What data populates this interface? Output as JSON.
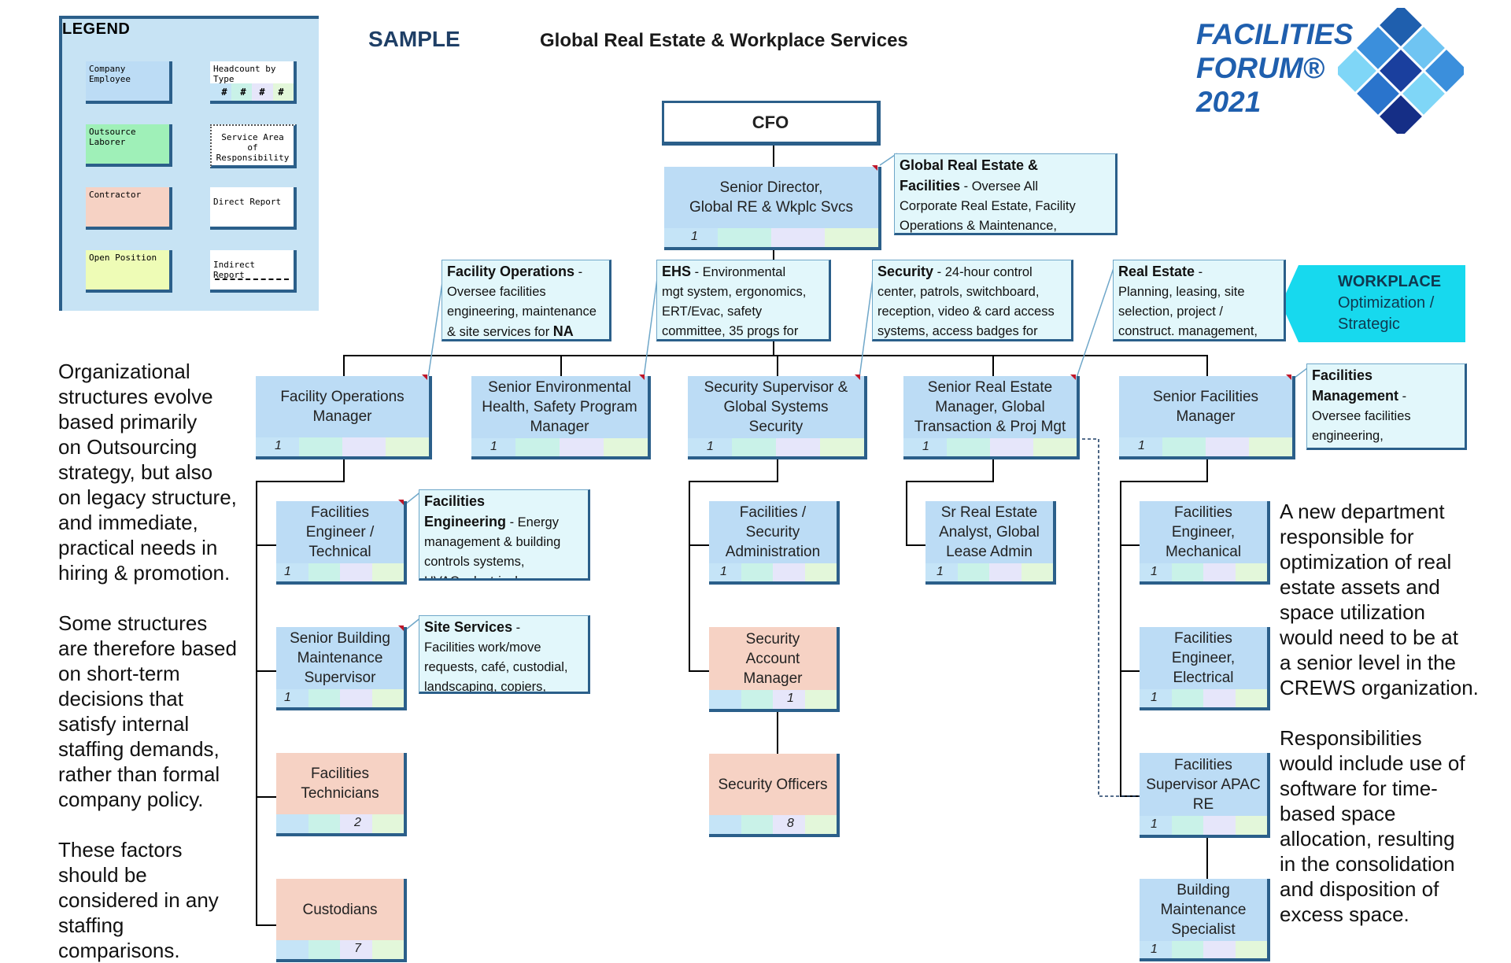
{
  "header": {
    "sample": "SAMPLE",
    "title": "Global Real Estate & Workplace Services"
  },
  "logo": {
    "line1": "FACILITIES",
    "line2": "FORUM®",
    "line3": "2021",
    "color": "#1f5fae"
  },
  "legend": {
    "title": "LEGEND",
    "company_employee": "Company Employee",
    "outsource_laborer": "Outsource Laborer",
    "contractor": "Contractor",
    "open_position": "Open Position",
    "headcount_by_type": "Headcount by Type",
    "headcount_marks": [
      "#",
      "#",
      "#",
      "#"
    ],
    "service_area": "Service Area of Responsibility",
    "direct_report": "Direct Report",
    "indirect_report": "Indirect Report"
  },
  "colors": {
    "company_employee": "#bcdcf5",
    "outsource_laborer": "#9ff0b8",
    "contractor": "#f6d2c4",
    "open_position": "#eefcb6",
    "note_bg": "#e2f7fb",
    "workplace": "#17d9ee"
  },
  "org": {
    "cfo": "CFO",
    "director": {
      "line1": "Senior Director,",
      "line2": "Global RE & Wkplc Svcs",
      "count": "1"
    },
    "fac_ops_mgr": {
      "line1": "Facility Operations",
      "line2": "Manager",
      "count": "1"
    },
    "ehs_mgr": {
      "line1": "Senior Environmental",
      "line2": "Health, Safety Program",
      "line3": "Manager",
      "count": "1"
    },
    "security_sup": {
      "line1": "Security Supervisor &",
      "line2": "Global Systems",
      "line3": "Security",
      "count": "1"
    },
    "re_mgr": {
      "line1": "Senior Real Estate",
      "line2": "Manager, Global",
      "line3": "Transaction & Proj Mgt",
      "count": "1"
    },
    "sfm": {
      "line1": "Senior Facilities",
      "line2": "Manager",
      "count": "1"
    },
    "fac_eng_tech": {
      "line1": "Facilities",
      "line2": "Engineer /",
      "line3": "Technical",
      "count": "1"
    },
    "sr_bldg_maint": {
      "line1": "Senior Building",
      "line2": "Maintenance",
      "line3": "Supervisor",
      "count": "1"
    },
    "fac_techs": {
      "line1": "Facilities",
      "line2": "Technicians",
      "count": "2"
    },
    "custodians": {
      "line1": "Custodians",
      "count": "7"
    },
    "fac_sec_admin": {
      "line1": "Facilities /",
      "line2": "Security",
      "line3": "Administration",
      "count": "1"
    },
    "sec_acct_mgr": {
      "line1": "Security",
      "line2": "Account",
      "line3": "Manager",
      "count": "1"
    },
    "sec_officers": {
      "line1": "Security Officers",
      "count": "8"
    },
    "re_analyst": {
      "line1": "Sr Real Estate",
      "line2": "Analyst, Global",
      "line3": "Lease Admin",
      "count": "1"
    },
    "fe_mech": {
      "line1": "Facilities",
      "line2": "Engineer,",
      "line3": "Mechanical",
      "count": "1"
    },
    "fe_elec": {
      "line1": "Facilities",
      "line2": "Engineer,",
      "line3": "Electrical",
      "count": "1"
    },
    "fs_apac": {
      "line1": "Facilities",
      "line2": "Supervisor APAC",
      "line3": "RE",
      "count": "1"
    },
    "bms": {
      "line1": "Building",
      "line2": "Maintenance",
      "line3": "Specialist",
      "count": "1"
    }
  },
  "notes": {
    "global_re": {
      "head": "Global Real Estate &",
      "head2": "Facilities",
      "text1": " - Oversee All",
      "text2": "Corporate Real Estate, Facility",
      "text3": "Operations & Maintenance,"
    },
    "fac_ops": {
      "head": "Facility Operations",
      "text1": " -",
      "text2": "Oversee facilities",
      "text3": "engineering, maintenance",
      "text4": "& site services for ",
      "bold_end": "NA"
    },
    "ehs": {
      "head": "EHS",
      "text1": " - Environmental",
      "text2": "mgt system, ergonomics,",
      "text3": "ERT/Evac, safety",
      "text4": "committee, 35 progs for"
    },
    "security": {
      "head": "Security",
      "text1": " - 24-hour control",
      "text2": "center, patrols, switchboard,",
      "text3": "reception, video & card access",
      "text4": "systems, access badges for"
    },
    "real_estate": {
      "head": "Real Estate",
      "text1": " -",
      "text2": "Planning, leasing, site",
      "text3": "selection, project /",
      "text4": "construct. management,"
    },
    "fac_mgmt": {
      "head": "Facilities",
      "head2": "Management",
      "text1": " -",
      "text2": "Oversee facilities",
      "text3": "engineering,"
    },
    "fac_eng": {
      "head": "Facilities",
      "head2": "Engineering",
      "text1": " - Energy",
      "text2": "management & building",
      "text3": "controls systems,",
      "text4": "HVAC, electrical,"
    },
    "site_services": {
      "head": "Site Services",
      "text1": " -",
      "text2": "Facilities work/move",
      "text3": "requests, café, custodial,",
      "text4": "landscaping, copiers,"
    }
  },
  "workplace": {
    "line1": "WORKPLACE",
    "line2": "Optimization /",
    "line3": "Strategic"
  },
  "left_text": {
    "p1": [
      "Organizational",
      "structures evolve",
      "based primarily",
      "on Outsourcing",
      "strategy, but also",
      "on legacy structure,",
      "and immediate,",
      "practical needs in",
      "hiring & promotion."
    ],
    "p2": [
      "Some structures",
      "are therefore based",
      "on short-term",
      "decisions that",
      "satisfy internal",
      "staffing demands,",
      "rather than formal",
      "company policy."
    ],
    "p3": [
      "These factors",
      "should be",
      "considered in any",
      "staffing",
      "comparisons."
    ]
  },
  "right_text": {
    "p1": [
      "A new department",
      "responsible for",
      "optimization of real",
      "estate assets and",
      "space utilization",
      "would need to be at",
      "a senior level in the",
      "CREWS organization."
    ],
    "p2": [
      "Responsibilities",
      "would include use of",
      "software for time-",
      "based space",
      "allocation, resulting",
      "in the consolidation",
      "and disposition of",
      "excess space."
    ]
  }
}
